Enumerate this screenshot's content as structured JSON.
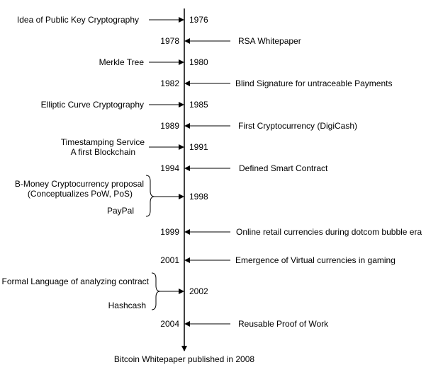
{
  "timeline": {
    "years": [
      "1976",
      "1978",
      "1980",
      "1982",
      "1985",
      "1989",
      "1991",
      "1994",
      "1998",
      "1999",
      "2001",
      "2002",
      "2004"
    ],
    "left_events": [
      "Idea of Public Key Cryptography",
      "Merkle  Tree",
      "Elliptic Curve Cryptography",
      "Timestamping Service",
      "A first Blockchain",
      "B-Money Cryptocurrency proposal",
      "(Conceptualizes PoW, PoS)",
      "PayPal",
      "Formal Language of analyzing contract",
      "Hashcash"
    ],
    "right_events": [
      "RSA Whitepaper",
      "Blind Signature for untraceable Payments",
      "First Cryptocurrency (DigiCash)",
      "Defined Smart Contract",
      "Online retail currencies during dotcom bubble era",
      "Emergence of Virtual currencies in gaming",
      "Reusable Proof of Work"
    ],
    "footer": "Bitcoin Whitepaper published in 2008"
  }
}
